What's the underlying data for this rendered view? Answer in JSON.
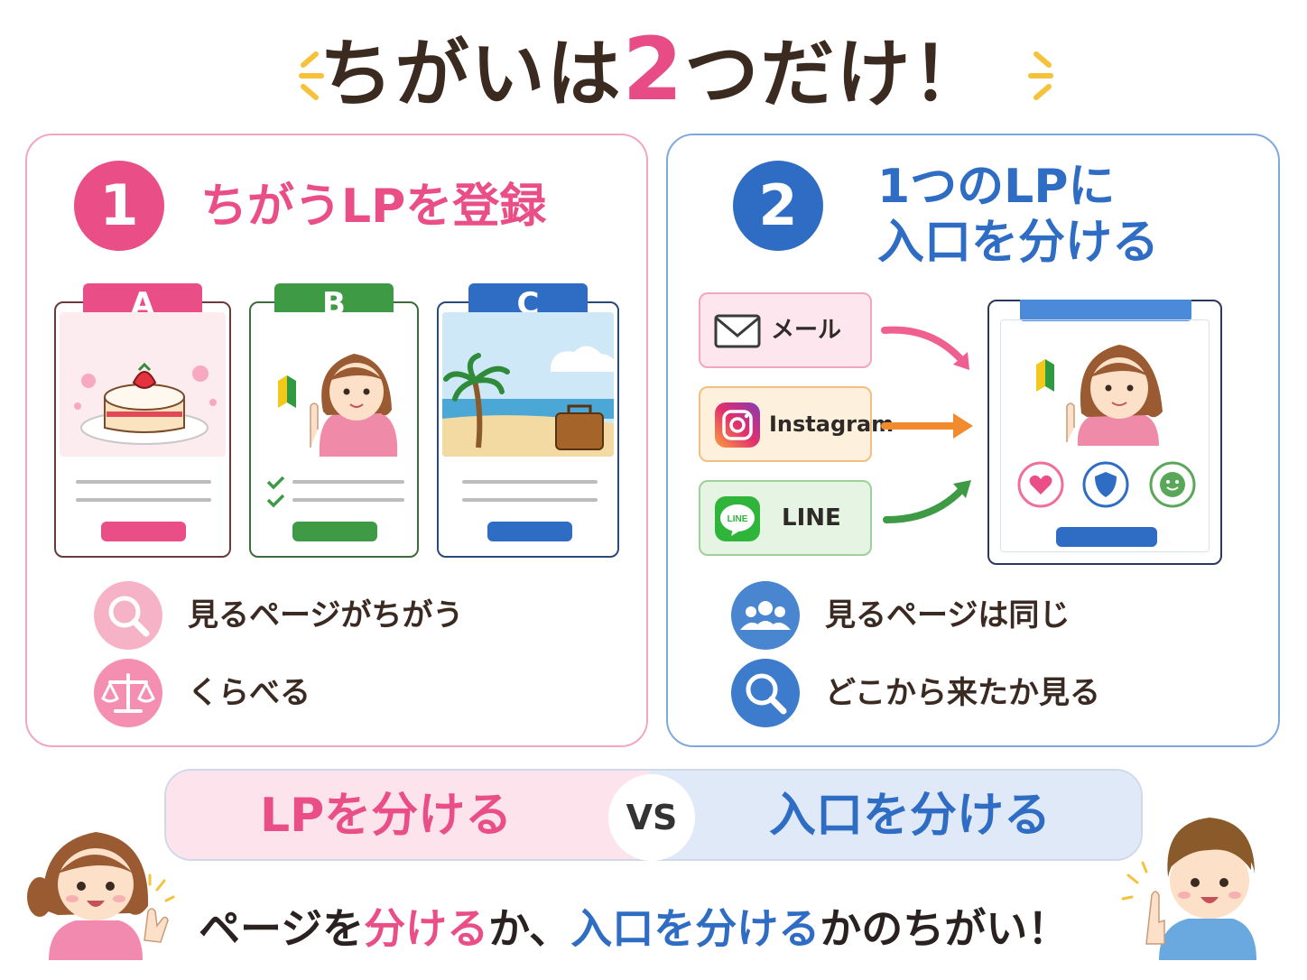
{
  "title": {
    "prefix": "ちがいは",
    "number": "2",
    "suffix": "つだけ！"
  },
  "left_panel": {
    "badge": "1",
    "heading": "ちがうLPを登録",
    "cards": [
      {
        "tab": "A",
        "color": "#e94f86"
      },
      {
        "tab": "B",
        "color": "#3f9a45"
      },
      {
        "tab": "C",
        "color": "#2f6dc4"
      }
    ],
    "bullets": [
      {
        "icon": "search-icon",
        "text": "見るページがちがう"
      },
      {
        "icon": "scale-icon",
        "text": "くらべる"
      }
    ]
  },
  "right_panel": {
    "badge": "2",
    "heading_line1": "1つのLPに",
    "heading_line2": "入口を分ける",
    "entries": [
      {
        "icon": "mail-icon",
        "label": "メール"
      },
      {
        "icon": "instagram-icon",
        "label": "Instagram"
      },
      {
        "icon": "line-icon",
        "label": "LINE",
        "icon_text": "LINE"
      }
    ],
    "bullets": [
      {
        "icon": "users-icon",
        "text": "見るページは同じ"
      },
      {
        "icon": "search-icon",
        "text": "どこから来たか見る"
      }
    ]
  },
  "vs_bar": {
    "left": "LPを分ける",
    "vs": "VS",
    "right": "入口を分ける"
  },
  "bottom": {
    "part1": "ページを",
    "part2": "分ける",
    "part3": "か、",
    "part4": "入口を分ける",
    "part5": "かのちがい！"
  },
  "colors": {
    "pink": "#e94f86",
    "blue": "#2f6dc4",
    "green": "#3f9a45",
    "orange": "#f28a2e"
  }
}
